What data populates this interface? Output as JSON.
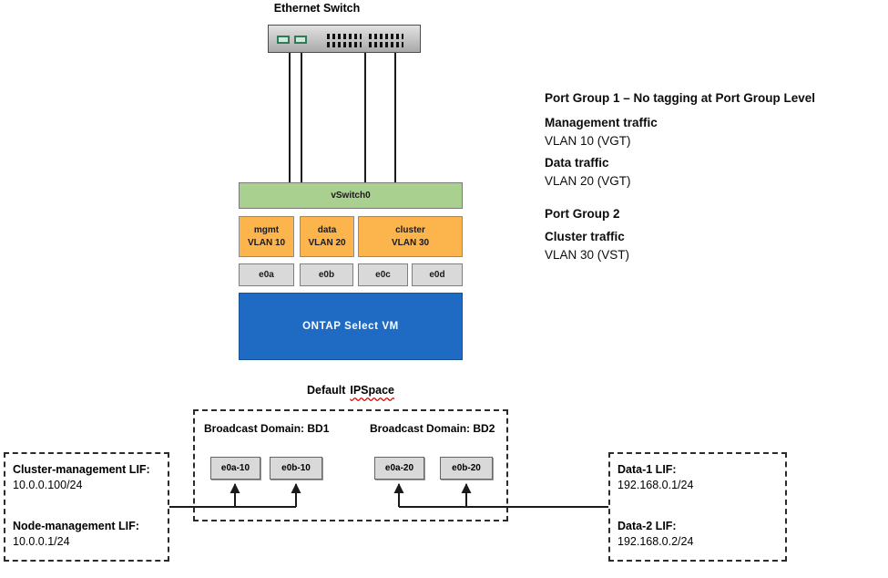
{
  "diagram": {
    "switch_label": "Ethernet Switch",
    "vswitch_label": "vSwitch0",
    "port_groups": [
      {
        "name": "mgmt",
        "vlan": "VLAN 10"
      },
      {
        "name": "data",
        "vlan": "VLAN 20"
      },
      {
        "name": "cluster",
        "vlan": "VLAN 30"
      }
    ],
    "nics": [
      "e0a",
      "e0b",
      "e0c",
      "e0d"
    ],
    "vm_label": "ONTAP Select VM",
    "legend": [
      {
        "text": "Port Group 1 – No tagging at Port Group Level",
        "bold": true
      },
      {
        "text": "Management traffic",
        "bold": true
      },
      {
        "text": "VLAN 10 (VGT)",
        "bold": false
      },
      {
        "text": "Data traffic",
        "bold": true
      },
      {
        "text": "VLAN 20 (VGT)",
        "bold": false
      },
      {
        "text": "",
        "bold": false
      },
      {
        "text": "Port Group 2",
        "bold": true
      },
      {
        "text": "Cluster traffic",
        "bold": true
      },
      {
        "text": "VLAN 30 (VST)",
        "bold": false
      }
    ],
    "ipspace": {
      "label_prefix": "Default",
      "label_word": "IPSpace",
      "bd1_label": "Broadcast Domain: BD1",
      "bd2_label": "Broadcast Domain: BD2",
      "bd1_ports": [
        "e0a-10",
        "e0b-10"
      ],
      "bd2_ports": [
        "e0a-20",
        "e0b-20"
      ]
    },
    "left_lif": {
      "line1_label": "Cluster-management LIF:",
      "line1_value": "10.0.0.100/24",
      "line2_label": "Node-management LIF:",
      "line2_value": "10.0.0.1/24"
    },
    "right_lif": {
      "line1_label": "Data-1 LIF:",
      "line1_value": "192.168.0.1/24",
      "line2_label": "Data-2 LIF:",
      "line2_value": "192.168.0.2/24"
    },
    "colors": {
      "vswitch_green": "#a9d08e",
      "portgroup_orange": "#fcb44d",
      "nic_gray": "#d9d9d9",
      "vm_blue": "#1f6bc4",
      "squiggle_red": "#e00000"
    }
  }
}
